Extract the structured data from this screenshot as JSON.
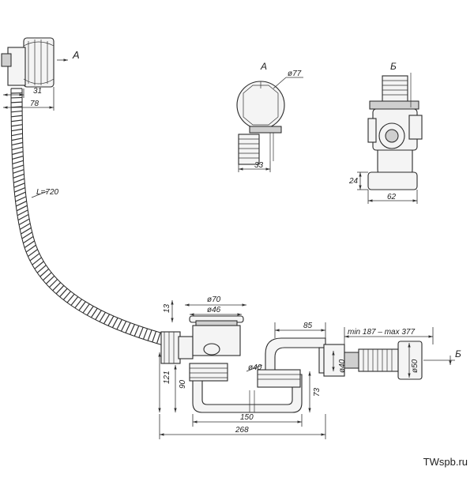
{
  "views": {
    "view_a": {
      "label": "А"
    },
    "view_b": {
      "label": "Б"
    }
  },
  "section_marks": {
    "arrow_a": "А",
    "arrow_b": "Б"
  },
  "dimensions": {
    "d31": "31",
    "d78": "78",
    "hose_length": "L=720",
    "d77": "ø77",
    "d33": "33",
    "d24": "24",
    "d62": "62",
    "d70": "ø70",
    "d46": "ø46",
    "d13": "13",
    "d85": "85",
    "d_range": "min 187 – max 377",
    "d40a": "ø40",
    "d40b": "ø40",
    "d50": "ø50",
    "d121": "121",
    "d90": "90",
    "d73": "73",
    "d150": "150",
    "d268": "268"
  },
  "watermark": "TWspb.ru"
}
